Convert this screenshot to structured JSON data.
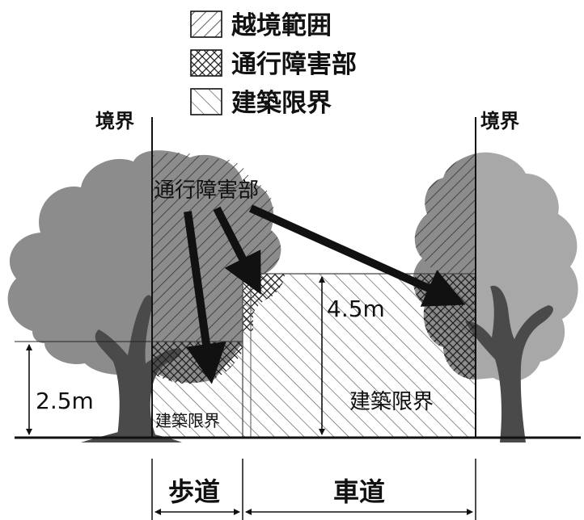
{
  "legend": {
    "items": [
      {
        "label": "越境範囲",
        "pattern": "single-hatch"
      },
      {
        "label": "通行障害部",
        "pattern": "cross-hatch"
      },
      {
        "label": "建築限界",
        "pattern": "forward-hatch"
      }
    ]
  },
  "boundary": {
    "left_label": "境界",
    "right_label": "境界"
  },
  "annotations": {
    "obstruction_label": "通行障害部",
    "clearance_large_label": "建築限界",
    "clearance_small_label": "建築限界",
    "height_sidewalk": "2.5m",
    "height_roadway": "4.5m"
  },
  "road": {
    "sidewalk_label": "歩道",
    "roadway_label": "車道"
  },
  "colors": {
    "tree_foliage": "#8c8c8c",
    "tree_foliage_light": "#a8a8a8",
    "trunk": "#4a4a4a",
    "hatch": "#333333",
    "arrow": "#111111"
  }
}
